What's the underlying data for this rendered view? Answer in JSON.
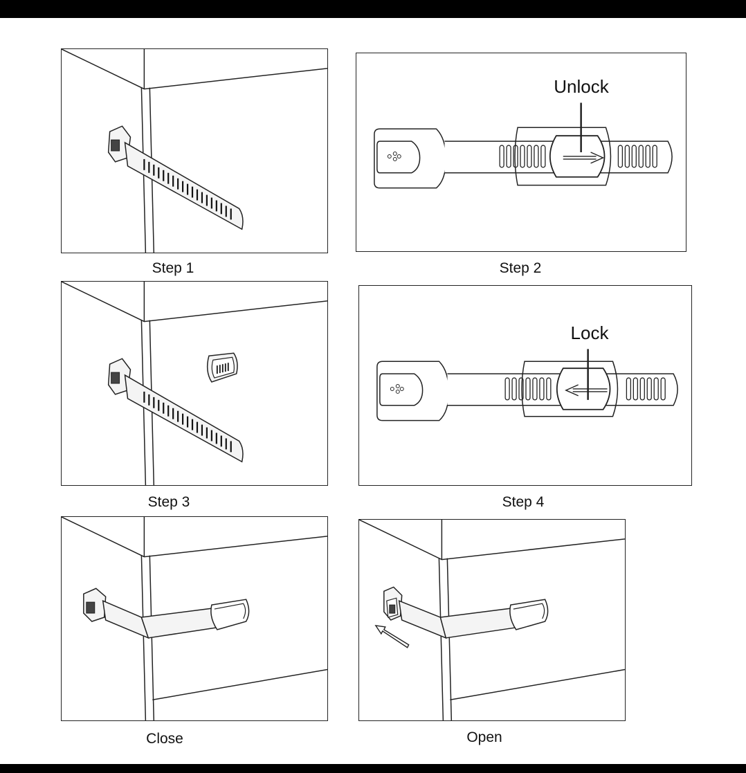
{
  "steps": {
    "step1": {
      "caption": "Step 1"
    },
    "step2": {
      "caption": "Step 2",
      "callout": "Unlock"
    },
    "step3": {
      "caption": "Step 3"
    },
    "step4": {
      "caption": "Step 4",
      "callout": "Lock"
    },
    "close": {
      "caption": "Close"
    },
    "open": {
      "caption": "Open"
    }
  },
  "colors": {
    "line": "#222222",
    "strap": "#f4f4f4",
    "background": "#ffffff",
    "bars": "#000000"
  }
}
